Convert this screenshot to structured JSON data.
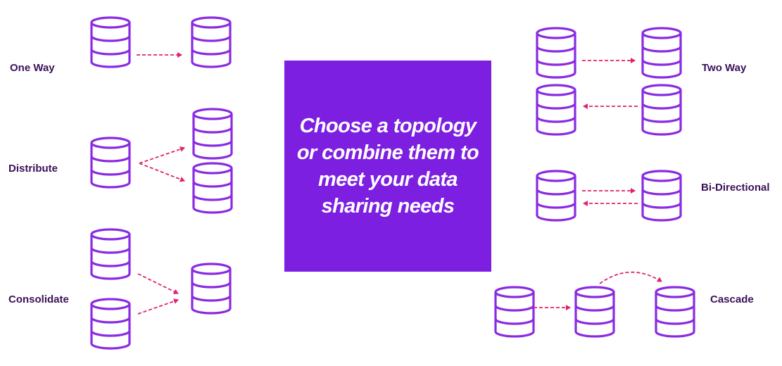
{
  "colors": {
    "database": "#8a2be2",
    "arrow": "#e0226e",
    "label": "#3b1159",
    "center_box": "#7d1fe0",
    "center_text": "#ffffff"
  },
  "icon": "database-icon",
  "center": {
    "text": "Choose a topology or combine them to meet your data sharing needs"
  },
  "topologies": {
    "one_way": "One Way",
    "distribute": "Distribute",
    "consolidate": "Consolidate",
    "two_way": "Two Way",
    "bi_directional": "Bi-Directional",
    "cascade": "Cascade"
  }
}
